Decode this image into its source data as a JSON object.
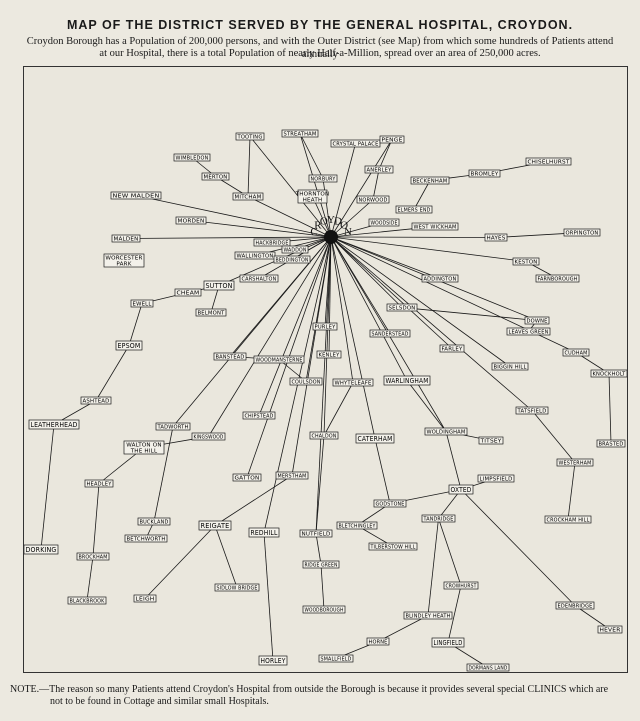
{
  "heading": {
    "title": "MAP OF THE DISTRICT SERVED BY THE GENERAL HOSPITAL, CROYDON.",
    "subtitle_line1": "Croydon Borough has a Population of 200,000 persons, and with the Outer District (see Map) from which some hundreds of Patients attend annually",
    "subtitle_line2": "at our Hospital, there is a total Population of nearly Half-a-Million, spread over an area of 250,000 acres."
  },
  "map": {
    "centre": "CROYDON",
    "places": [
      {
        "id": "tooting",
        "label": "TOOTING"
      },
      {
        "id": "streatham",
        "label": "STREATHAM"
      },
      {
        "id": "crystal",
        "label": "CRYSTAL PALACE"
      },
      {
        "id": "penge",
        "label": "PENGE"
      },
      {
        "id": "wimbledon",
        "label": "WIMBLEDON"
      },
      {
        "id": "norbury",
        "label": "NORBURY"
      },
      {
        "id": "anerley",
        "label": "ANERLEY"
      },
      {
        "id": "merton",
        "label": "MERTON"
      },
      {
        "id": "beckenham",
        "label": "BECKENHAM"
      },
      {
        "id": "bromley",
        "label": "BROMLEY"
      },
      {
        "id": "chislehurst",
        "label": "CHISELHURST"
      },
      {
        "id": "newmalden",
        "label": "NEW MALDEN"
      },
      {
        "id": "mitcham",
        "label": "MITCHAM"
      },
      {
        "id": "thornton",
        "label": "THORNTON HEATH"
      },
      {
        "id": "norwood",
        "label": "NORWOOD"
      },
      {
        "id": "elmers",
        "label": "ELMERS END"
      },
      {
        "id": "morden",
        "label": "MORDEN"
      },
      {
        "id": "woodside",
        "label": "WOODSIDE"
      },
      {
        "id": "westwickham",
        "label": "WEST WICKHAM"
      },
      {
        "id": "maldenl",
        "label": "MALDEN"
      },
      {
        "id": "hackbridge",
        "label": "HACKBRIDGE"
      },
      {
        "id": "waddon",
        "label": "WADDON"
      },
      {
        "id": "hayes",
        "label": "HAYES"
      },
      {
        "id": "orpington",
        "label": "ORPINGTON"
      },
      {
        "id": "worcester",
        "label": "WORCESTER PARK"
      },
      {
        "id": "wallington",
        "label": "WALLINGTON"
      },
      {
        "id": "beddington",
        "label": "BEDDINGTON"
      },
      {
        "id": "keston",
        "label": "KESTON"
      },
      {
        "id": "carshalton",
        "label": "CARSHALTON"
      },
      {
        "id": "addington",
        "label": "ADDINGTON"
      },
      {
        "id": "farnborough",
        "label": "FARNBOROUGH"
      },
      {
        "id": "cheam",
        "label": "CHEAM"
      },
      {
        "id": "sutton",
        "label": "SUTTON"
      },
      {
        "id": "ewell",
        "label": "EWELL"
      },
      {
        "id": "belmont",
        "label": "BELMONT"
      },
      {
        "id": "selsdon",
        "label": "SELSDON"
      },
      {
        "id": "downe",
        "label": "DOWNE"
      },
      {
        "id": "leaves",
        "label": "LEAVES GREEN"
      },
      {
        "id": "purley",
        "label": "PURLEY"
      },
      {
        "id": "sanderstead",
        "label": "SANDERSTEAD"
      },
      {
        "id": "epsom",
        "label": "EPSOM"
      },
      {
        "id": "farley",
        "label": "FARLEY"
      },
      {
        "id": "cudham",
        "label": "CUDHAM"
      },
      {
        "id": "banstead",
        "label": "BANSTEAD"
      },
      {
        "id": "woodmansterne",
        "label": "WOODMANSTERNE"
      },
      {
        "id": "kenley",
        "label": "KENLEY"
      },
      {
        "id": "bigginhill",
        "label": "BIGGIN HILL"
      },
      {
        "id": "knockholt",
        "label": "KNOCKHOLT"
      },
      {
        "id": "warlingham",
        "label": "WARLINGHAM"
      },
      {
        "id": "coulsdon",
        "label": "COULSDON"
      },
      {
        "id": "whyteleafe",
        "label": "WHYTELEAFE"
      },
      {
        "id": "ashtead",
        "label": "ASHTEAD"
      },
      {
        "id": "tatsfield",
        "label": "TATSFIELD"
      },
      {
        "id": "leatherhead",
        "label": "LEATHERHEAD"
      },
      {
        "id": "chipstead",
        "label": "CHIPSTEAD"
      },
      {
        "id": "tadworth",
        "label": "TADWORTH"
      },
      {
        "id": "woldingham",
        "label": "WOLDINGHAM"
      },
      {
        "id": "chaldon",
        "label": "CHALDON"
      },
      {
        "id": "caterham",
        "label": "CATERHAM"
      },
      {
        "id": "titsey",
        "label": "TITSEY"
      },
      {
        "id": "brasted",
        "label": "BRASTED"
      },
      {
        "id": "kingswood",
        "label": "KINGSWOOD"
      },
      {
        "id": "walton",
        "label": "WALTON ON THE HILL"
      },
      {
        "id": "westerham",
        "label": "WESTERHAM"
      },
      {
        "id": "gatton",
        "label": "GATTON"
      },
      {
        "id": "merstham",
        "label": "MERSTHAM"
      },
      {
        "id": "limpsfield",
        "label": "LIMPSFIELD"
      },
      {
        "id": "headley",
        "label": "HEADLEY"
      },
      {
        "id": "oxted",
        "label": "OXTED"
      },
      {
        "id": "godstone",
        "label": "GODSTONE"
      },
      {
        "id": "buckland",
        "label": "BUCKLAND"
      },
      {
        "id": "reigate",
        "label": "REIGATE"
      },
      {
        "id": "redhill",
        "label": "REDHILL"
      },
      {
        "id": "tandridge",
        "label": "TANDRIDGE"
      },
      {
        "id": "crockham",
        "label": "CROCKHAM HILL"
      },
      {
        "id": "betchworth",
        "label": "BETCHWORTH"
      },
      {
        "id": "bletchingley",
        "label": "BLETCHINGLEY"
      },
      {
        "id": "nutfield",
        "label": "NUTFIELD"
      },
      {
        "id": "tilburstow",
        "label": "TILBERSTOW HILL"
      },
      {
        "id": "dorking",
        "label": "DORKING"
      },
      {
        "id": "brockham",
        "label": "BROCKHAM"
      },
      {
        "id": "ridge",
        "label": "RIDGE GREEN"
      },
      {
        "id": "crowhurst",
        "label": "CROWHURST"
      },
      {
        "id": "leigh",
        "label": "LEIGH"
      },
      {
        "id": "sidlow",
        "label": "SIDLOW BRIDGE"
      },
      {
        "id": "edenbridge",
        "label": "EDENBRIDGE"
      },
      {
        "id": "blackbrook",
        "label": "BLACKBROOK"
      },
      {
        "id": "woodborough",
        "label": "WOODBOROUGH"
      },
      {
        "id": "bindley",
        "label": "BLINDLEY HEATH"
      },
      {
        "id": "hever",
        "label": "HEVER"
      },
      {
        "id": "horne",
        "label": "HORNE"
      },
      {
        "id": "lingfield",
        "label": "LINGFIELD"
      },
      {
        "id": "horley",
        "label": "HORLEY"
      },
      {
        "id": "smallfield",
        "label": "SMALLFIELD"
      },
      {
        "id": "dormans",
        "label": "DORMANS LAND"
      }
    ]
  },
  "note": {
    "line1": "NOTE.—The reason so many Patients attend Croydon's Hospital from outside the Borough is because it provides several special CLINICS which are",
    "line2": "not to be found in Cottage and similar small Hospitals."
  }
}
